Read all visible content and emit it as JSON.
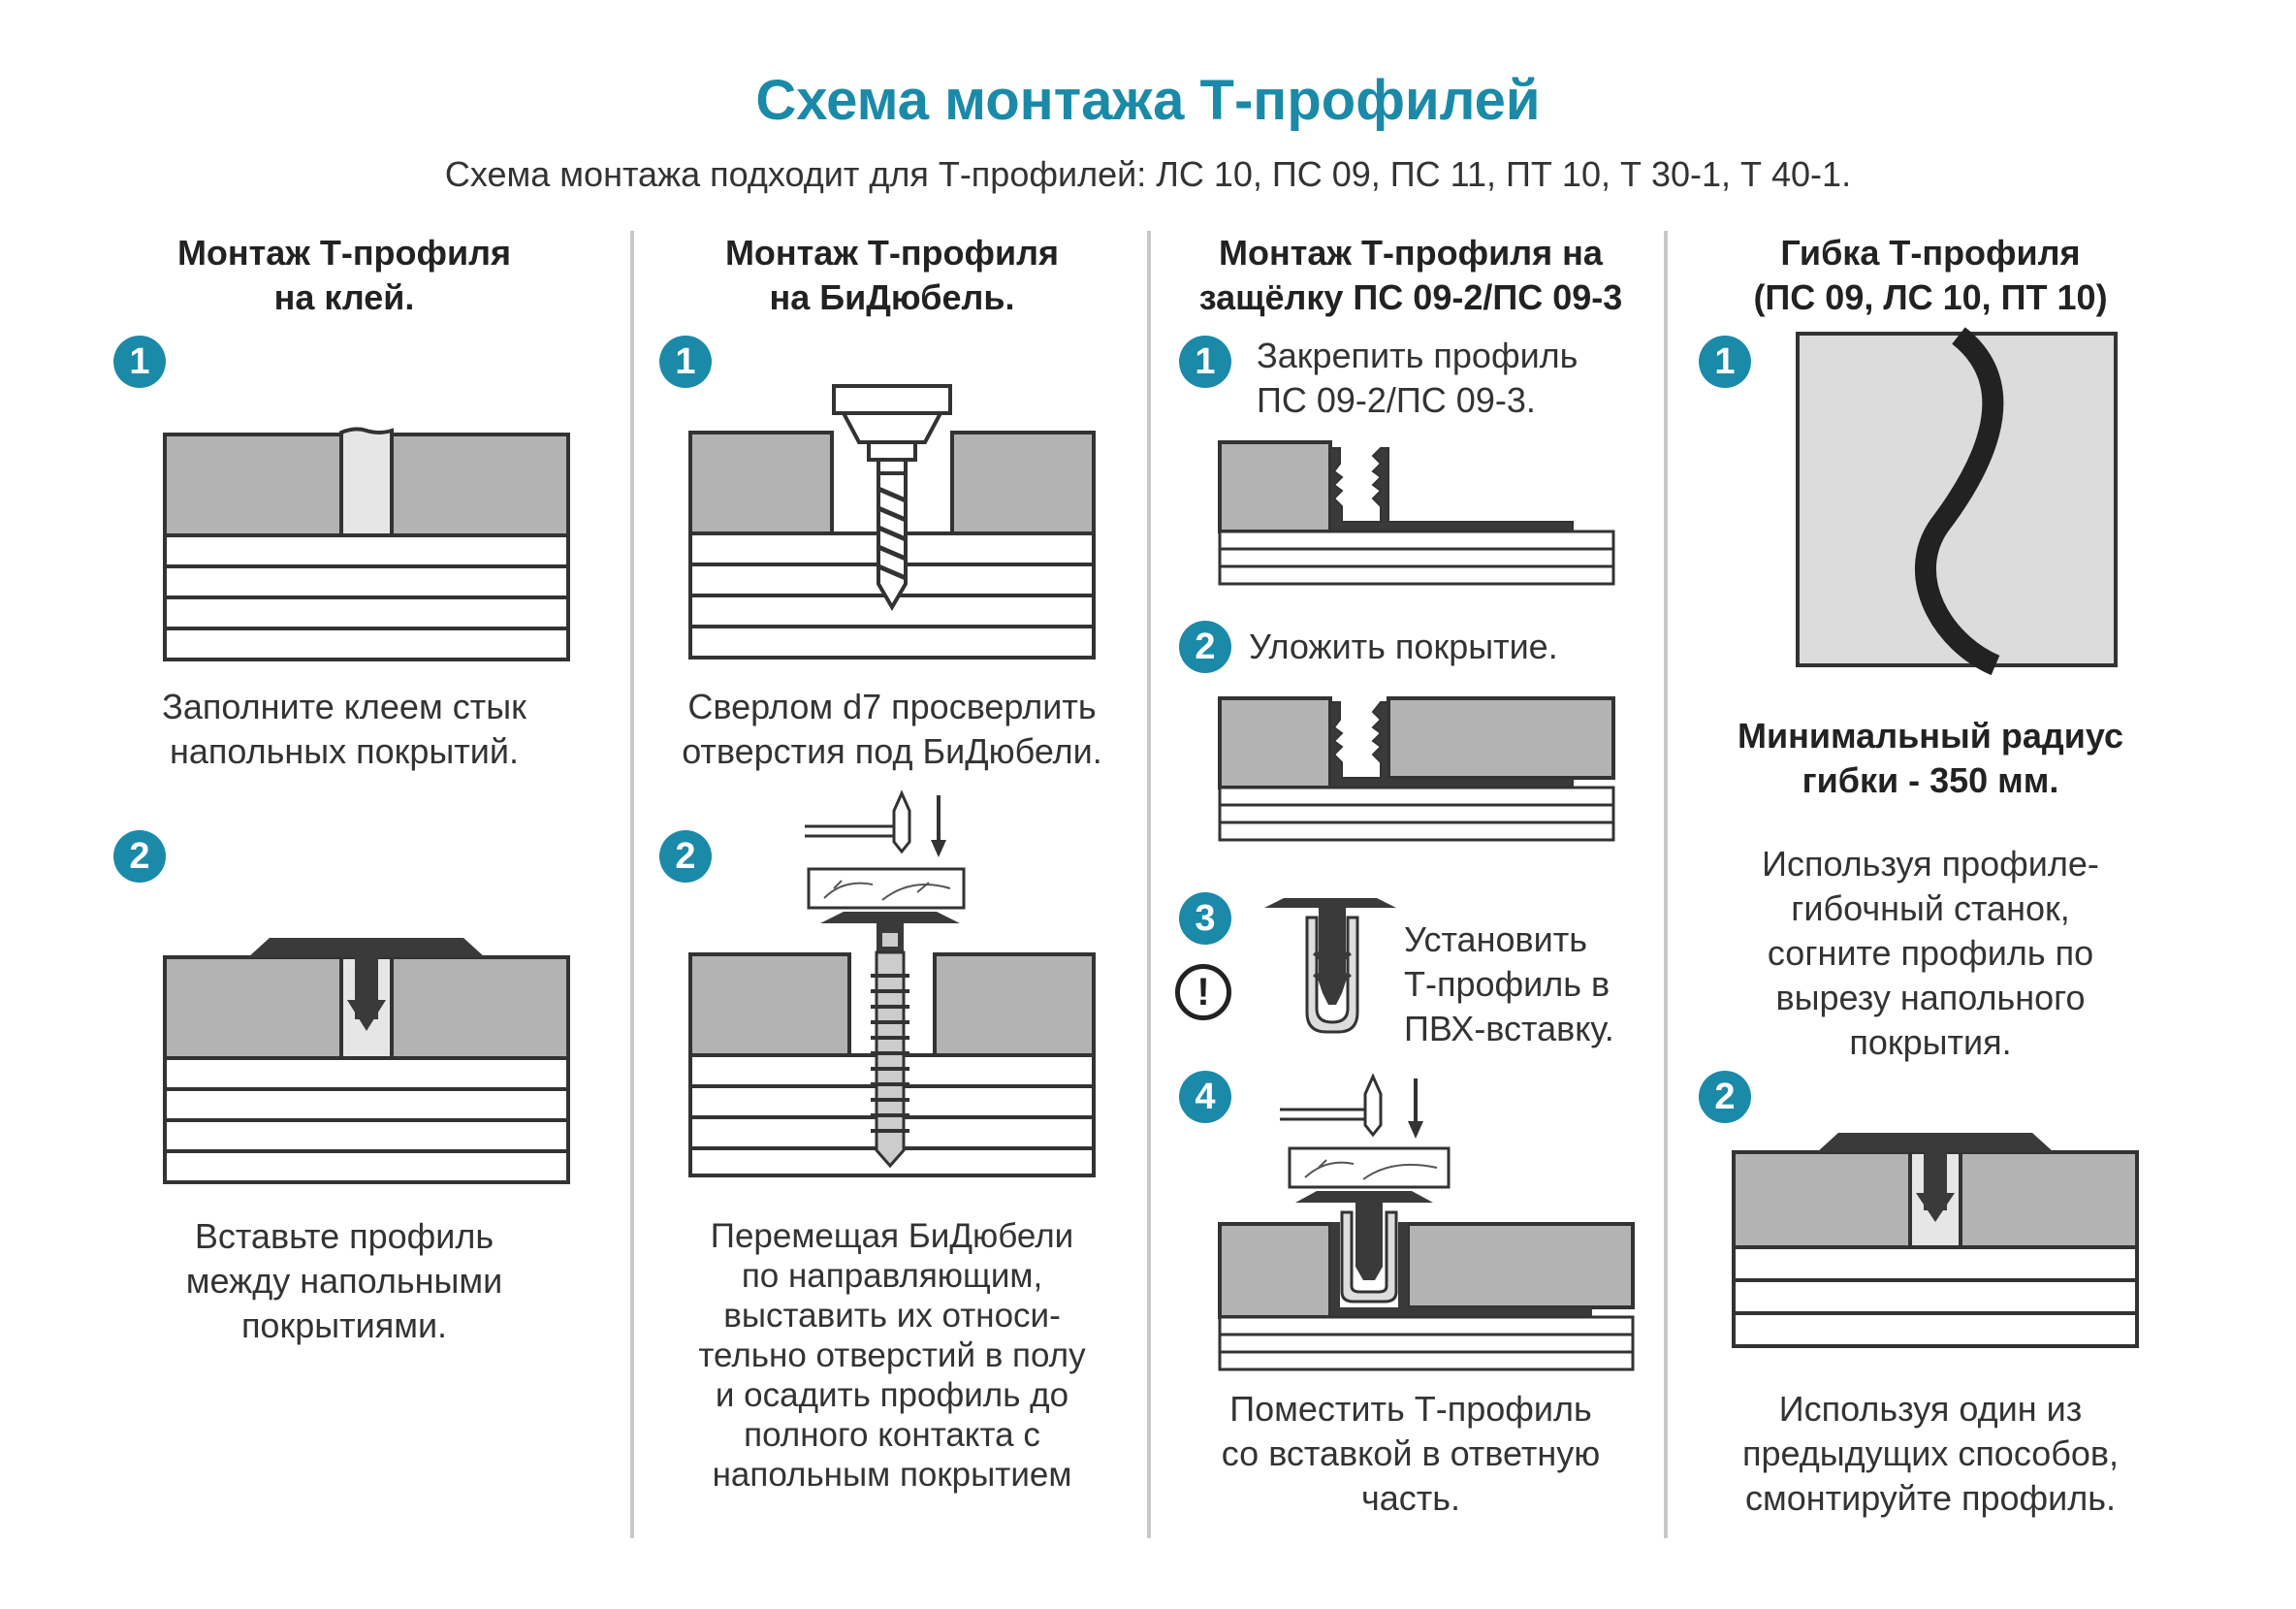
{
  "title": "Схема монтажа Т-профилей",
  "subtitle": "Схема монтажа подходит для Т-профилей: ЛС 10, ПС 09, ПС 11, ПТ 10, Т 30-1, Т 40-1.",
  "columns": [
    {
      "heading": [
        "Монтаж Т-профиля",
        "на клей."
      ],
      "steps": [
        {
          "badge": "1",
          "text": [
            "Заполните клеем стык",
            "напольных покрытий."
          ]
        },
        {
          "badge": "2",
          "text": [
            "Вставьте профиль",
            "между напольными",
            "покрытиями."
          ]
        }
      ]
    },
    {
      "heading": [
        "Монтаж Т-профиля",
        "на БиДюбель."
      ],
      "steps": [
        {
          "badge": "1",
          "text": [
            "Сверлом d7 просверлить",
            "отверстия под БиДюбели."
          ]
        },
        {
          "badge": "2",
          "text": [
            "Перемещая БиДюбели",
            "по направляющим,",
            "выставить их относи-",
            "тельно отверстий в полу",
            "и осадить профиль до",
            "полного контакта с",
            "напольным покрытием"
          ]
        }
      ]
    },
    {
      "heading": [
        "Монтаж Т-профиля на",
        "защёлку ПС 09-2/ПС 09-3"
      ],
      "steps": [
        {
          "badge": "1",
          "text": [
            "Закрепить профиль",
            "ПС 09-2/ПС 09-3."
          ]
        },
        {
          "badge": "2",
          "text": [
            "Уложить покрытие."
          ]
        },
        {
          "badge": "3",
          "text": [
            "Установить",
            "Т-профиль в",
            "ПВХ-вставку."
          ],
          "warning": "!"
        },
        {
          "badge": "4",
          "text": [
            "Поместить Т-профиль",
            "со вставкой в ответную",
            "часть."
          ]
        }
      ]
    },
    {
      "heading": [
        "Гибка Т-профиля",
        "(ПС 09, ЛС 10, ПТ 10)"
      ],
      "steps": [
        {
          "badge": "1",
          "note": [
            "Минимальный радиус",
            "гибки - 350 мм."
          ],
          "text": [
            "Используя профиле-",
            "гибочный станок,",
            "согните профиль по",
            "вырезу напольного",
            "покрытия."
          ]
        },
        {
          "badge": "2",
          "text": [
            "Используя один из",
            "предыдущих способов,",
            "смонтируйте профиль."
          ]
        }
      ]
    }
  ],
  "colors": {
    "accent": "#1a8aa8",
    "floor": "#b3b3b3",
    "outline": "#333333",
    "profile": "#3a3a3a"
  }
}
